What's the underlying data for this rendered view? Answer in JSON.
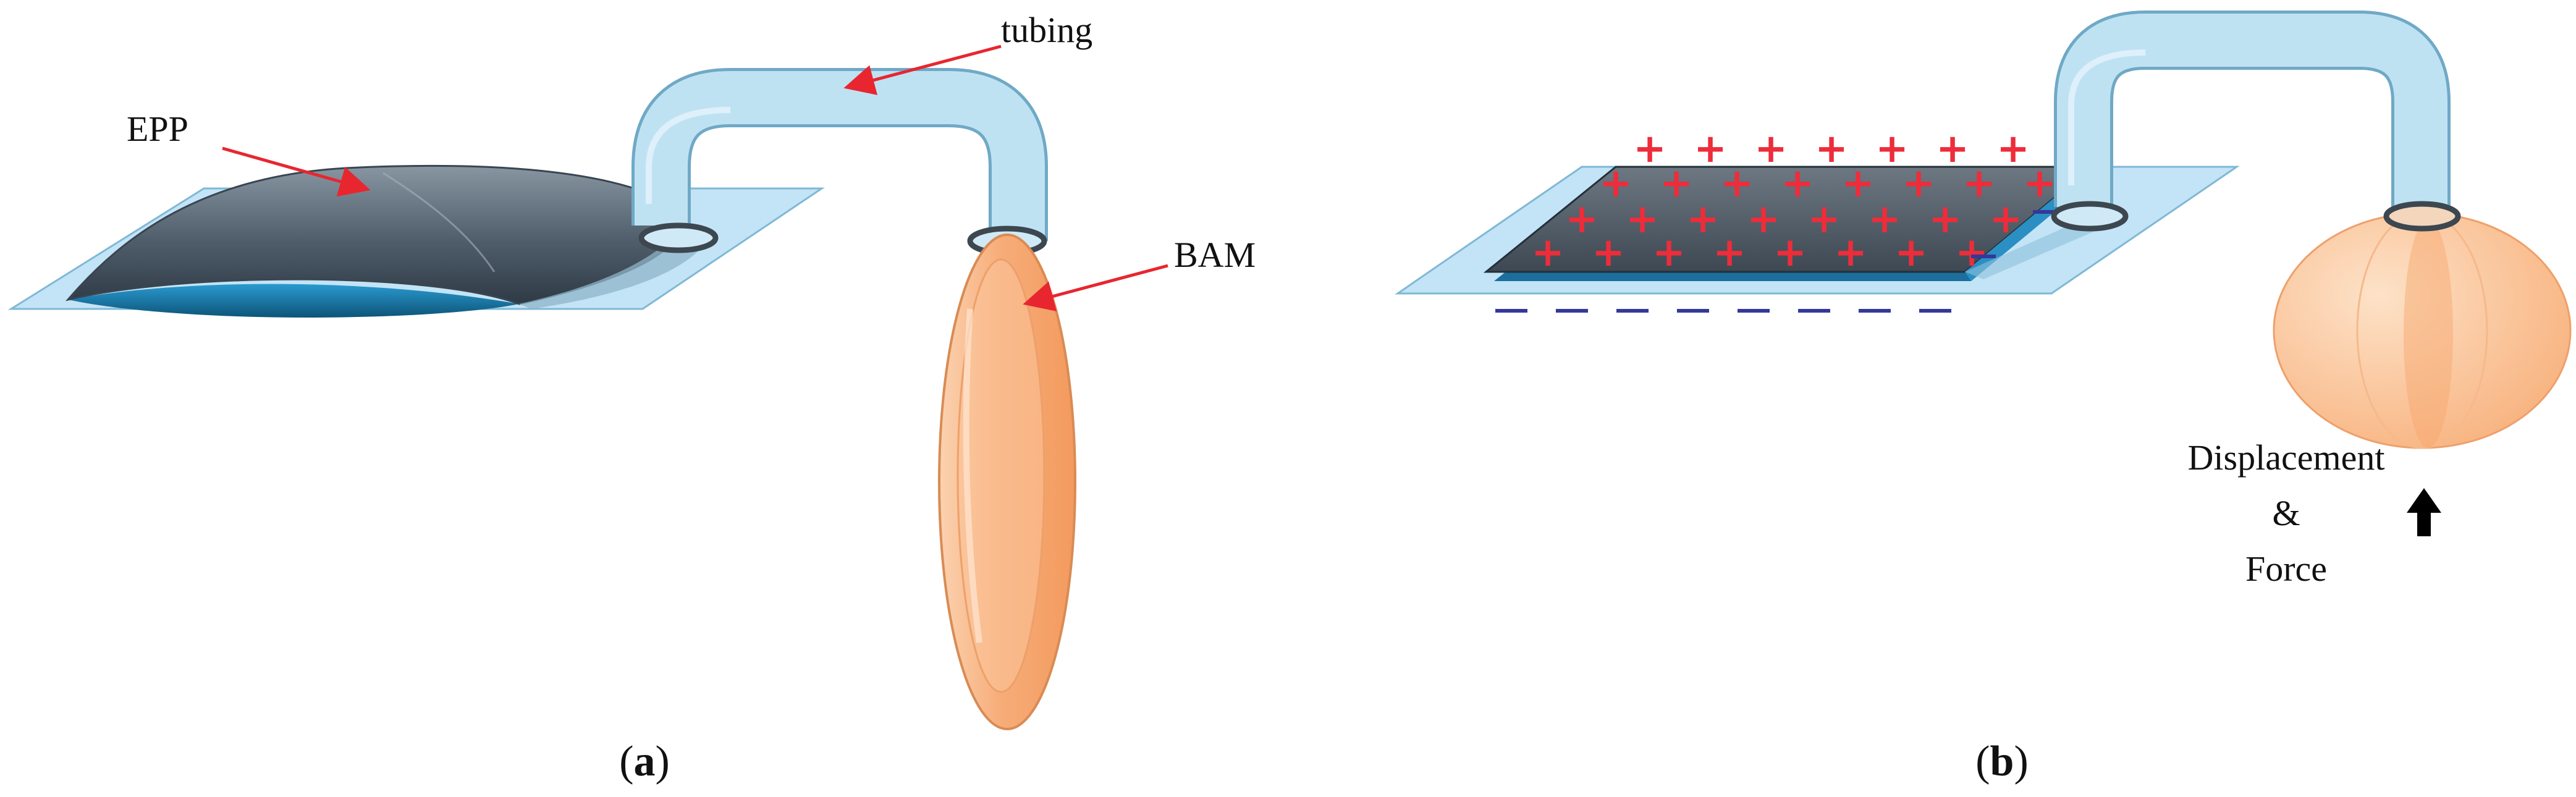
{
  "panels": {
    "a": {
      "caption": "a",
      "labels": {
        "epp": "EPP",
        "tubing": "tubing",
        "bam": "BAM"
      }
    },
    "b": {
      "caption": "b",
      "labels": {
        "displacement": "Displacement",
        "ampersand": "&",
        "force": "Force"
      },
      "charge_symbols": {
        "positive": "+"
      }
    }
  },
  "colors": {
    "film": "#a9d8f2",
    "tube": "#b9dff2",
    "pouch_dark": "#4f5d6b",
    "pouch_edge": "#1b7fb0",
    "bam": "#f7ad79",
    "arrow": "#e8262f",
    "positive": "#ee2c3a",
    "negative": "#34389a"
  },
  "icons": {
    "force_arrow": "up-arrow-icon"
  }
}
